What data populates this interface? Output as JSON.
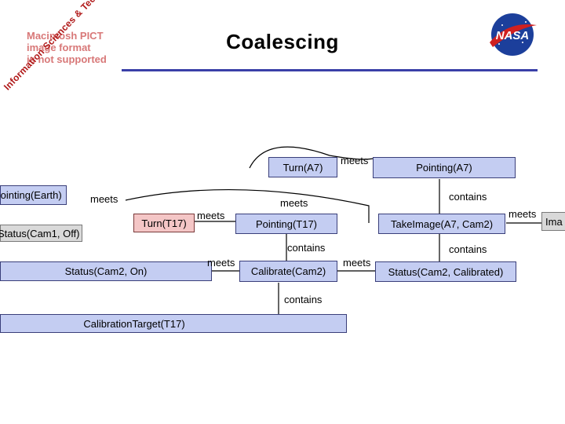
{
  "header": {
    "title": "Coalescing",
    "placeholder_lines": [
      "Macintosh PICT",
      "image format",
      "is not supported"
    ],
    "diagonal_text": "Information Sciences & Technology",
    "logo_text": "NASA"
  },
  "diagram": {
    "nodes": {
      "turn_a7": "Turn(A7)",
      "pointing_a7": "Pointing(A7)",
      "pointing_earth": "Pointing(Earth)",
      "turn_t17": "Turn(T17)",
      "status_cam1": "Status(Cam1, Off)",
      "pointing_t17": "Pointing(T17)",
      "takeimage": "TakeImage(A7, Cam2)",
      "status_cam2_on": "Status(Cam2, On)",
      "calibrate": "Calibrate(Cam2)",
      "status_cam2_cal": "Status(Cam2, Calibrated)",
      "calib_target": "CalibrationTarget(T17)",
      "image_cut": "Ima"
    },
    "labels": {
      "meets_top": "meets",
      "meets_left": "meets",
      "meets_mid": "meets",
      "meets_turn": "meets",
      "meets_right": "meets",
      "meets_status": "meets",
      "meets_calibrate": "meets",
      "contains_pointing": "contains",
      "contains_takeimage": "contains",
      "contains_status": "contains",
      "contains_target": "contains"
    }
  }
}
